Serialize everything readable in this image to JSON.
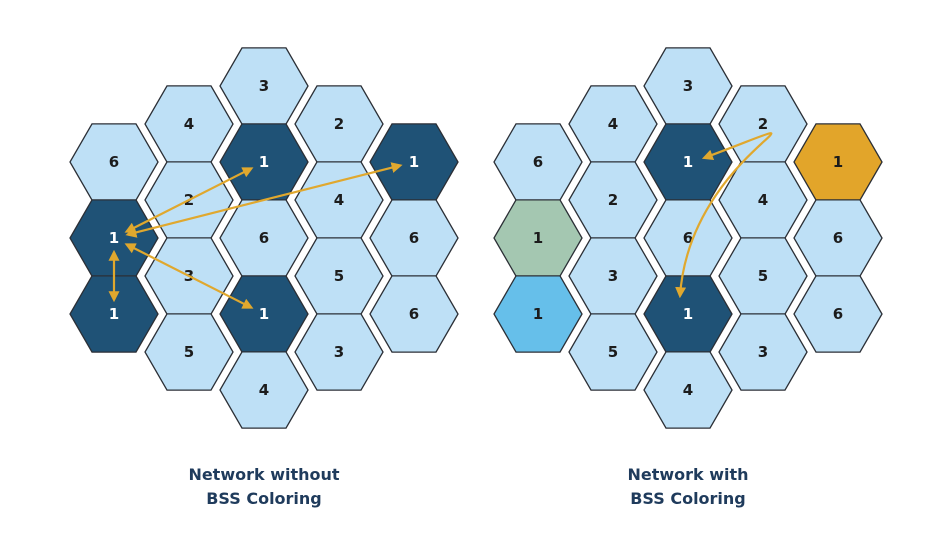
{
  "colors": {
    "light": "#bee0f6",
    "dark": "#1f5276",
    "green": "#a4c7b1",
    "orange": "#e2a52a",
    "sky": "#66bfea",
    "arrow": "#e0a82e",
    "caption": "#1f3b5c"
  },
  "networks": [
    {
      "caption_line1": "Network without",
      "caption_line2": "BSS Coloring",
      "cells": [
        {
          "label": "3",
          "fill": "light"
        },
        {
          "label": "4",
          "fill": "light"
        },
        {
          "label": "2",
          "fill": "light"
        },
        {
          "label": "6",
          "fill": "light"
        },
        {
          "label": "1",
          "fill": "dark"
        },
        {
          "label": "1",
          "fill": "dark"
        },
        {
          "label": "2",
          "fill": "light"
        },
        {
          "label": "4",
          "fill": "light"
        },
        {
          "label": "1",
          "fill": "dark"
        },
        {
          "label": "6",
          "fill": "light"
        },
        {
          "label": "6",
          "fill": "light"
        },
        {
          "label": "3",
          "fill": "light"
        },
        {
          "label": "5",
          "fill": "light"
        },
        {
          "label": "1",
          "fill": "dark"
        },
        {
          "label": "1",
          "fill": "dark"
        },
        {
          "label": "6",
          "fill": "light"
        },
        {
          "label": "5",
          "fill": "light"
        },
        {
          "label": "3",
          "fill": "light"
        },
        {
          "label": "4",
          "fill": "light"
        }
      ]
    },
    {
      "caption_line1": "Network with",
      "caption_line2": "BSS Coloring",
      "cells": [
        {
          "label": "3",
          "fill": "light"
        },
        {
          "label": "4",
          "fill": "light"
        },
        {
          "label": "2",
          "fill": "light"
        },
        {
          "label": "6",
          "fill": "light"
        },
        {
          "label": "1",
          "fill": "dark"
        },
        {
          "label": "1",
          "fill": "orange"
        },
        {
          "label": "2",
          "fill": "light"
        },
        {
          "label": "4",
          "fill": "light"
        },
        {
          "label": "1",
          "fill": "green"
        },
        {
          "label": "6",
          "fill": "light"
        },
        {
          "label": "6",
          "fill": "light"
        },
        {
          "label": "3",
          "fill": "light"
        },
        {
          "label": "5",
          "fill": "light"
        },
        {
          "label": "1",
          "fill": "sky"
        },
        {
          "label": "1",
          "fill": "dark"
        },
        {
          "label": "6",
          "fill": "light"
        },
        {
          "label": "5",
          "fill": "light"
        },
        {
          "label": "3",
          "fill": "light"
        },
        {
          "label": "4",
          "fill": "light"
        }
      ]
    }
  ]
}
